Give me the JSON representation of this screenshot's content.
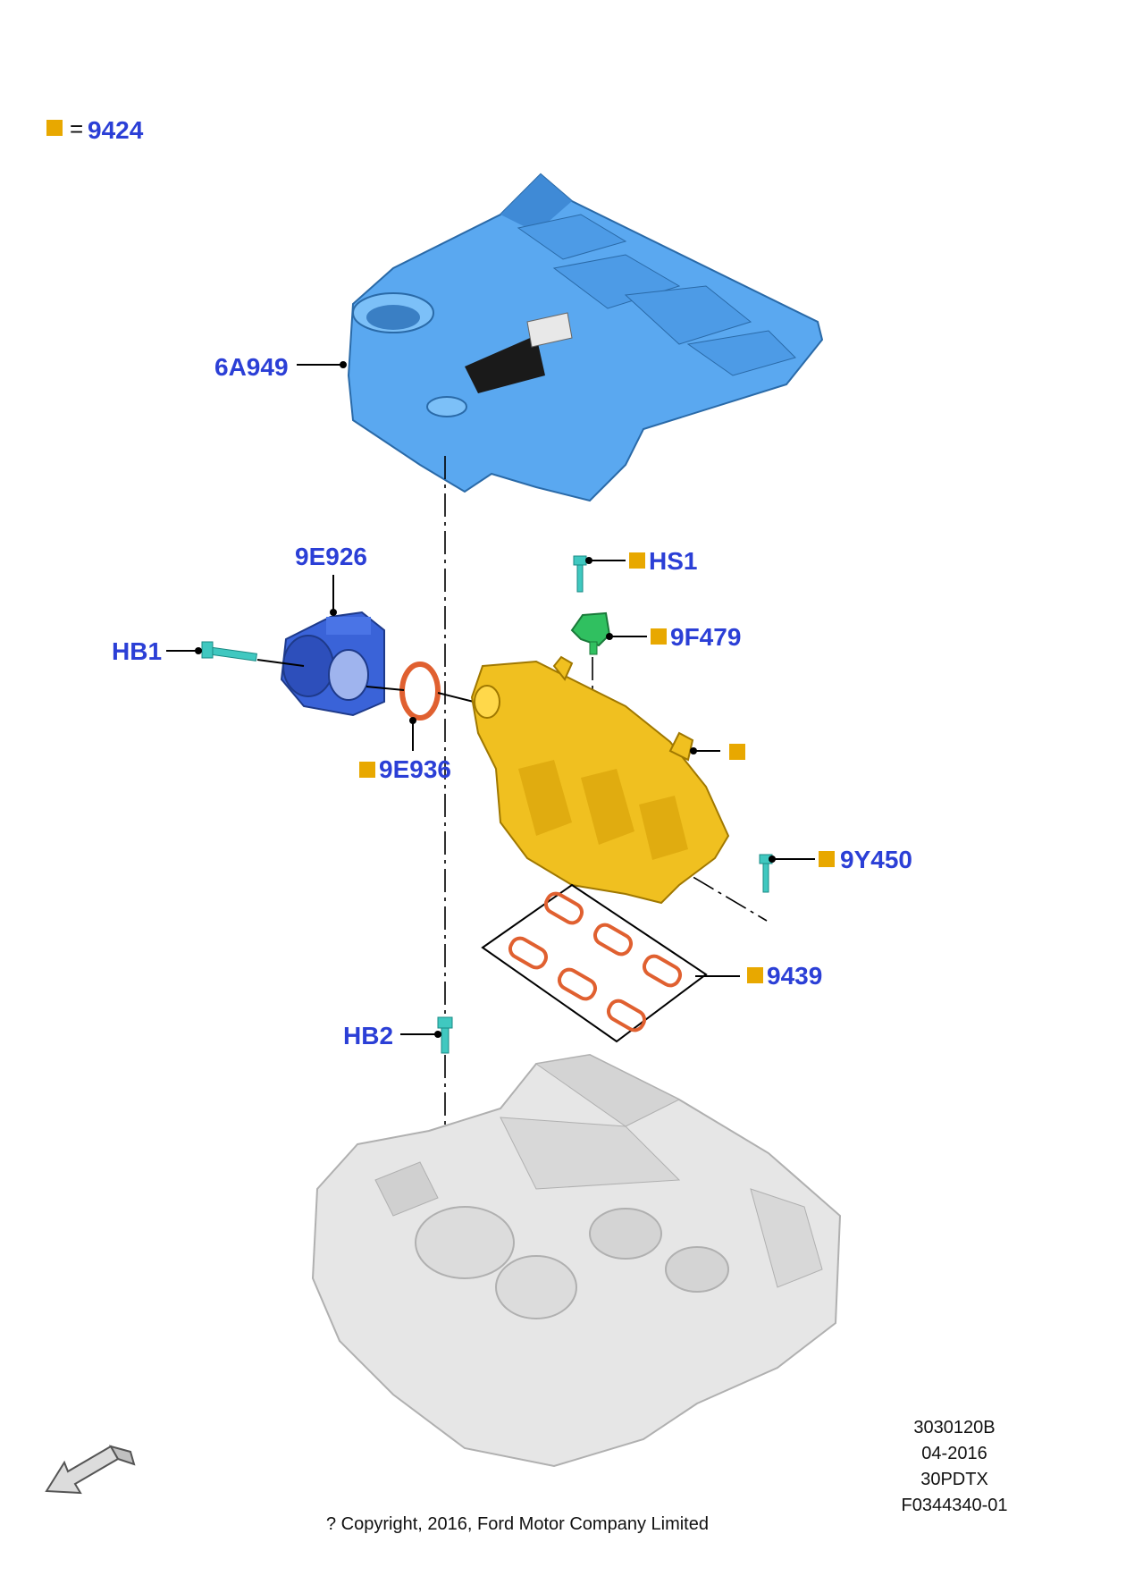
{
  "legend": {
    "equals": "=",
    "part": "9424",
    "marker_color": "#e8a800"
  },
  "callouts": {
    "engine_cover": "6A949",
    "throttle_body": "9E926",
    "bolt_hb1": "HB1",
    "o_ring": "9E936",
    "bolt_hs1": "HS1",
    "sensor": "9F479",
    "manifold": "",
    "stud": "9Y450",
    "gasket": "9439",
    "stud_hb2": "HB2"
  },
  "info": {
    "line1": "3030120B",
    "line2": "04-2016",
    "line3": "30PDTX",
    "line4": "F0344340-01"
  },
  "copyright": "? Copyright, 2016, Ford Motor Company Limited",
  "colors": {
    "label": "#2b3fd6",
    "marker": "#e8a800",
    "cover": "#5aa8f0",
    "throttle_body": "#3a63d8",
    "manifold": "#f0c020",
    "gasket": "#e06030",
    "fastener": "#40c8c0",
    "sensor": "#30c060",
    "engine": "#e6e6e6"
  }
}
